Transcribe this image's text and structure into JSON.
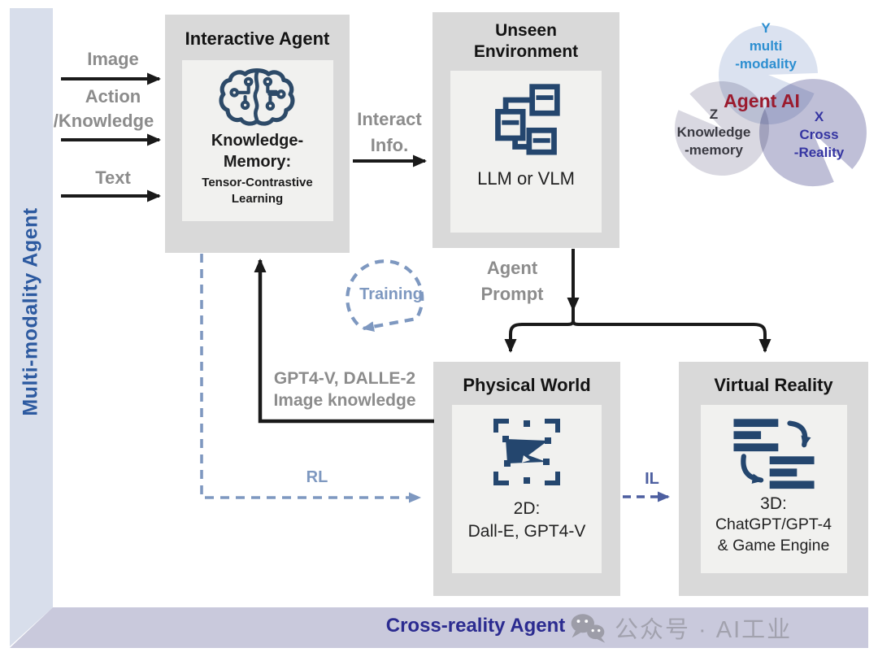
{
  "sidebar": {
    "label": "Multi-modality Agent"
  },
  "bottom_bar": {
    "label": "Cross-reality Agent"
  },
  "watermark": {
    "text": "公众号 · AI工业"
  },
  "inputs": {
    "image": "Image",
    "action": "Action",
    "knowledge": "/Knowledge",
    "text": "Text"
  },
  "interactive_agent": {
    "title": "Interactive Agent",
    "body_line1": "Knowledge-",
    "body_line2": "Memory:",
    "sub_line1": "Tensor-Contrastive",
    "sub_line2": "Learning"
  },
  "unseen_environment": {
    "title_line1": "Unseen",
    "title_line2": "Environment",
    "body": "LLM or VLM"
  },
  "physical_world": {
    "title": "Physical World",
    "body_line1": "2D:",
    "body_line2": "Dall-E, GPT4-V"
  },
  "virtual_reality": {
    "title": "Virtual Reality",
    "body_line1": "3D:",
    "body_line2": "ChatGPT/GPT-4",
    "body_line3": "& Game Engine"
  },
  "edges": {
    "interact_line1": "Interact",
    "interact_line2": "Info.",
    "agent_prompt_line1": "Agent",
    "agent_prompt_line2": "Prompt",
    "training": "Training",
    "feedback_line1": "GPT4-V, DALLE-2",
    "feedback_line2": "Image knowledge",
    "rl": "RL",
    "il": "IL"
  },
  "venn": {
    "center": "Agent AI",
    "top_line1": "Y",
    "top_line2": "multi",
    "top_line3": "-modality",
    "left_line1": "Z",
    "left_line2": "Knowledge",
    "left_line3": "-memory",
    "right_line1": "X",
    "right_line2": "Cross",
    "right_line3": "-Reality"
  },
  "colors": {
    "sidebar_bg": "#d8deeb",
    "bottombar_bg": "#c9c9dc",
    "box_bg": "#d9d9d9",
    "inner_bg": "#f1f1ef",
    "multi_modality_text": "#2d5aa0",
    "cross_reality_text": "#2b2b90",
    "gray_label": "#8c8c8c",
    "steel_dashed": "#7e98c0",
    "il_dashed": "#4d5fa0",
    "icon_navy": "#24466e",
    "agent_ai_red": "#9b1b2e",
    "venn_y_text": "#2d8fd1",
    "venn_x_text": "#3535a2",
    "venn_z_text": "#3a3a42"
  }
}
